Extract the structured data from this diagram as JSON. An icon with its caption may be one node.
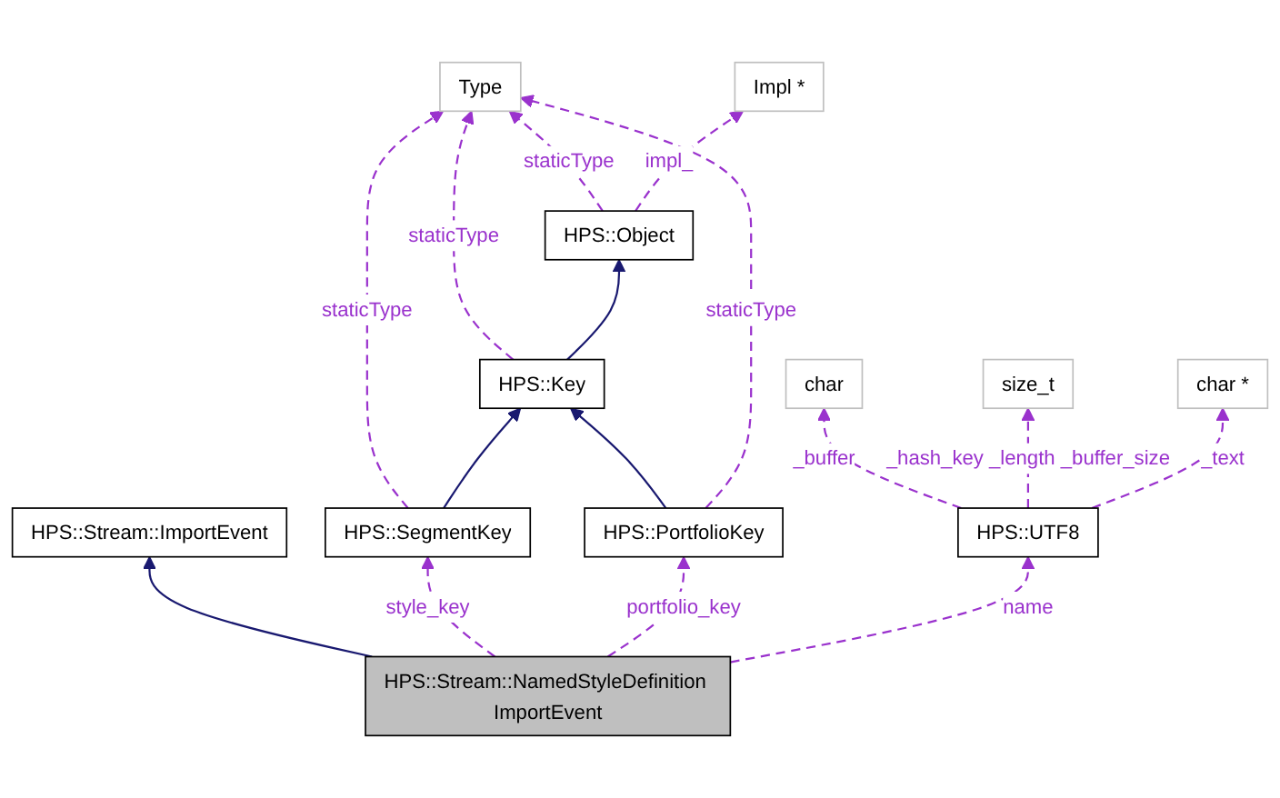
{
  "diagram": {
    "nodes": [
      {
        "text": [
          "Type"
        ]
      },
      {
        "text": [
          "Impl *"
        ]
      },
      {
        "text": [
          "HPS::Object"
        ]
      },
      {
        "text": [
          "HPS::Key"
        ]
      },
      {
        "text": [
          "char"
        ]
      },
      {
        "text": [
          "size_t"
        ]
      },
      {
        "text": [
          "char *"
        ]
      },
      {
        "text": [
          "HPS::Stream::ImportEvent"
        ]
      },
      {
        "text": [
          "HPS::SegmentKey"
        ]
      },
      {
        "text": [
          "HPS::PortfolioKey"
        ]
      },
      {
        "text": [
          "HPS::UTF8"
        ]
      },
      {
        "text": [
          "HPS::Stream::NamedStyleDefinition ImportEvent"
        ]
      }
    ],
    "edges": [
      {
        "from": 2,
        "to": 0,
        "arrow": "to",
        "label": "staticType",
        "style": "dashed"
      },
      {
        "from": 2,
        "to": 1,
        "arrow": "to",
        "label": "impl_",
        "style": "dashed"
      },
      {
        "from": 3,
        "to": 0,
        "arrow": "to",
        "label": "staticType",
        "style": "dashed"
      },
      {
        "from": 3,
        "to": 2,
        "arrow": "to",
        "color": "#191970"
      },
      {
        "from": 8,
        "to": 0,
        "arrow": "to",
        "label": "staticType",
        "style": "dashed"
      },
      {
        "from": 8,
        "to": 3,
        "arrow": "to",
        "color": "#191970"
      },
      {
        "from": 9,
        "to": 3,
        "arrow": "to",
        "color": "#191970"
      },
      {
        "from": 9,
        "to": 0,
        "arrow": "to",
        "label": "staticType",
        "style": "dashed"
      },
      {
        "from": 10,
        "to": 4,
        "arrow": "to",
        "label": "_buffer",
        "style": "dashed"
      },
      {
        "from": 10,
        "to": 5,
        "arrow": "to",
        "label": "_hash_key _length _buffer_size",
        "style": "dashed"
      },
      {
        "from": 10,
        "to": 6,
        "arrow": "to",
        "label": "_text",
        "style": "dashed"
      },
      {
        "from": 11,
        "to": 7,
        "arrow": "to",
        "color": "#191970"
      },
      {
        "from": 11,
        "to": 8,
        "arrow": "to",
        "label": "style_key",
        "style": "dashed"
      },
      {
        "from": 11,
        "to": 9,
        "arrow": "to",
        "label": "portfolio_key",
        "style": "dashed"
      },
      {
        "from": 11,
        "to": 10,
        "arrow": "to",
        "label": "name",
        "style": "dashed"
      }
    ]
  }
}
